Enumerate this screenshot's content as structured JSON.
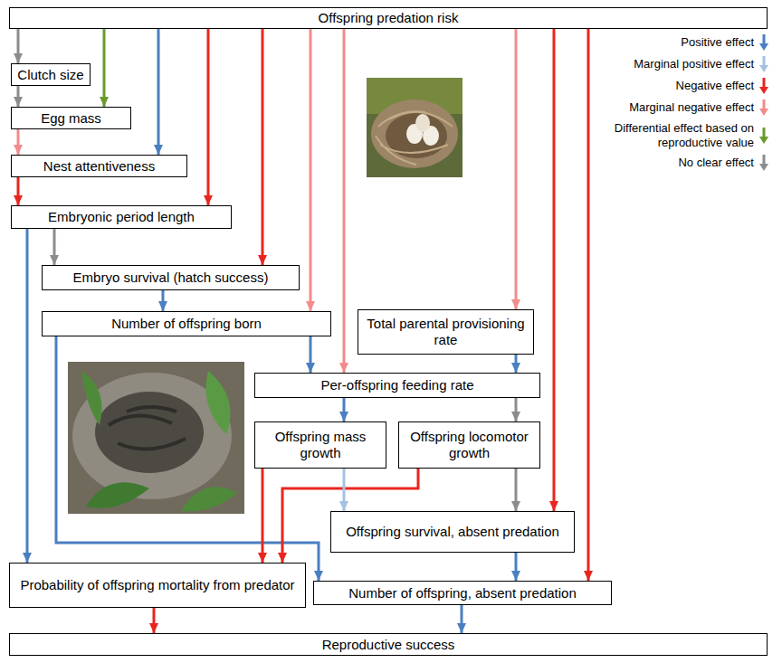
{
  "diagram": {
    "nodes": [
      {
        "text": [
          "Offspring predation risk"
        ]
      },
      {
        "text": [
          "Clutch size"
        ]
      },
      {
        "text": [
          "Egg mass"
        ]
      },
      {
        "text": [
          "Nest attentiveness"
        ]
      },
      {
        "text": [
          "Embryonic period length"
        ]
      },
      {
        "text": [
          "Embryo survival (hatch success)"
        ]
      },
      {
        "text": [
          "Number of offspring born"
        ]
      },
      {
        "text": [
          "Total parental provisioning rate"
        ]
      },
      {
        "text": [
          "Per-offspring feeding rate"
        ]
      },
      {
        "text": [
          "Offspring mass growth"
        ]
      },
      {
        "text": [
          "Offspring locomotor growth"
        ]
      },
      {
        "text": [
          "Offspring survival, absent predation"
        ]
      },
      {
        "text": [
          "Probability of offspring mortality from predator"
        ]
      },
      {
        "text": [
          "Number of offspring, absent predation"
        ]
      },
      {
        "text": [
          "Reproductive success"
        ]
      }
    ],
    "edges": [
      {
        "from": 0,
        "to": 1,
        "arrow": "to"
      },
      {
        "from": 0,
        "to": 2,
        "arrow": "to"
      },
      {
        "from": 0,
        "to": 3,
        "arrow": "to"
      },
      {
        "from": 0,
        "to": 4,
        "arrow": "to"
      },
      {
        "from": 0,
        "to": 5,
        "arrow": "to"
      },
      {
        "from": 0,
        "to": 6,
        "arrow": "to"
      },
      {
        "from": 0,
        "to": 8,
        "arrow": "to"
      },
      {
        "from": 0,
        "to": 7,
        "arrow": "to"
      },
      {
        "from": 0,
        "to": 11,
        "arrow": "to"
      },
      {
        "from": 0,
        "to": 13,
        "arrow": "to"
      },
      {
        "from": 1,
        "to": 2,
        "arrow": "to"
      },
      {
        "from": 2,
        "to": 3,
        "arrow": "to"
      },
      {
        "from": 3,
        "to": 4,
        "arrow": "to"
      },
      {
        "from": 4,
        "to": 5,
        "arrow": "to"
      },
      {
        "from": 4,
        "to": 12,
        "arrow": "to"
      },
      {
        "from": 5,
        "to": 6,
        "arrow": "to"
      },
      {
        "from": 6,
        "to": 8,
        "arrow": "to"
      },
      {
        "from": 6,
        "to": 13,
        "arrow": "to"
      },
      {
        "from": 7,
        "to": 8,
        "arrow": "to"
      },
      {
        "from": 8,
        "to": 9,
        "arrow": "to"
      },
      {
        "from": 8,
        "to": 10,
        "arrow": "to"
      },
      {
        "from": 9,
        "to": 12,
        "arrow": "to"
      },
      {
        "from": 10,
        "to": 12,
        "arrow": "to"
      },
      {
        "from": 9,
        "to": 11,
        "arrow": "to"
      },
      {
        "from": 10,
        "to": 11,
        "arrow": "to"
      },
      {
        "from": 11,
        "to": 13,
        "arrow": "to"
      },
      {
        "from": 12,
        "to": 14,
        "arrow": "to"
      },
      {
        "from": 13,
        "to": 14,
        "arrow": "to"
      }
    ],
    "legend": [
      {
        "text": "Positive effect",
        "color": "#4a7fc1"
      },
      {
        "text": "Marginal positive effect",
        "color": "#a4c2e4"
      },
      {
        "text": "Negative effect",
        "color": "#e8261f"
      },
      {
        "text": "Marginal negative effect",
        "color": "#f28c8c"
      },
      {
        "text": "Differential effect based on reproductive value",
        "color": "#6b9a2c"
      },
      {
        "text": "No clear effect",
        "color": "#8c8c8c"
      }
    ]
  }
}
